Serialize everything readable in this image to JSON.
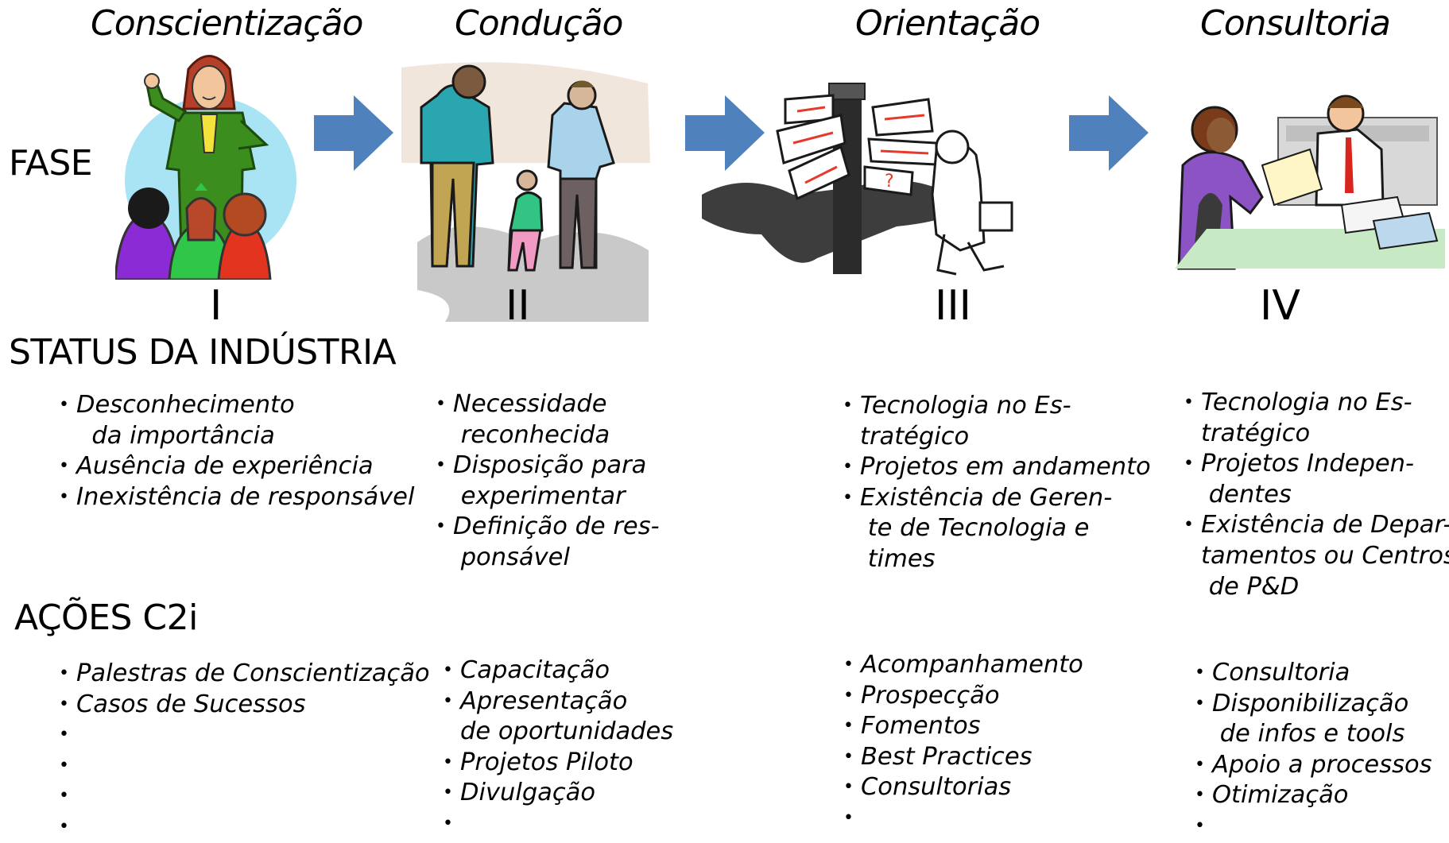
{
  "phases": [
    {
      "title": "Conscientização",
      "numeral": "I"
    },
    {
      "title": "Condução",
      "numeral": "II"
    },
    {
      "title": "Orientação",
      "numeral": "III"
    },
    {
      "title": "Consultoria",
      "numeral": "IV"
    }
  ],
  "labels": {
    "fase": "FASE",
    "status": "STATUS DA INDÚSTRIA",
    "acoes": "AÇÕES C2i"
  },
  "status": [
    [
      "Desconhecimento",
      "  da importância",
      "Ausência de experiência",
      "Inexistência de responsável"
    ],
    [
      "Necessidade",
      " reconhecida",
      "Disposição para",
      " experimentar",
      "Definição de res-",
      " ponsável"
    ],
    [
      "Tecnologia no Es-",
      "tratégico",
      "Projetos em andamento",
      "Existência de Geren-",
      " te de Tecnologia e",
      " times"
    ],
    [
      "Tecnologia no Es-",
      "tratégico",
      "Projetos Indepen-",
      " dentes",
      "Existência de Depar-",
      "tamentos ou Centros",
      " de P&D"
    ]
  ],
  "acoes": [
    [
      "Palestras de Conscientização",
      "Casos de Sucessos",
      "",
      "",
      "",
      ""
    ],
    [
      "Capacitação",
      "Apresentação",
      "de oportunidades",
      "Projetos Piloto",
      "Divulgação",
      ""
    ],
    [
      "Acompanhamento",
      "Prospecção",
      "Fomentos",
      "Best Practices",
      "Consultorias",
      ""
    ],
    [
      "Consultoria",
      "Disponibilização",
      " de infos e tools",
      "Apoio a processos",
      "Otimização",
      ""
    ]
  ],
  "icons": [
    "teacher-with-children-illustration",
    "family-walking-illustration",
    "signpost-confused-man-illustration",
    "customer-service-counter-illustration",
    "right-arrow-icon"
  ],
  "colors": {
    "arrow": "#4f81bd"
  }
}
